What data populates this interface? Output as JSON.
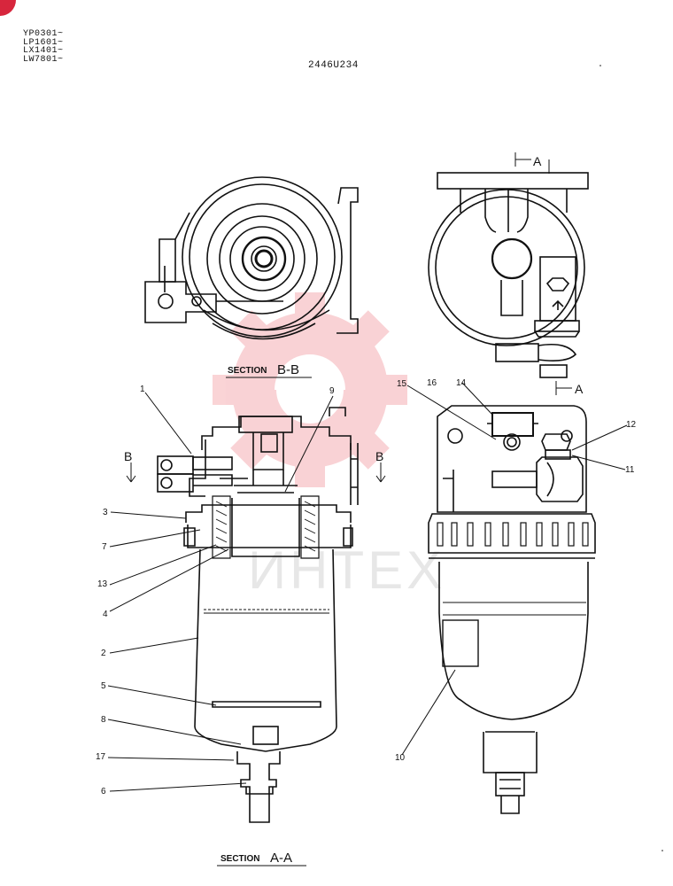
{
  "header": {
    "serials": [
      "YP0301~",
      "LP1601~",
      "LX1401~",
      "LW7801~"
    ],
    "drawing_code": "2446U234"
  },
  "sections": {
    "bb": {
      "prefix": "SECTION",
      "letter": "B-B"
    },
    "aa": {
      "prefix": "SECTION",
      "letter": "A-A"
    }
  },
  "cut_markers": {
    "a": "A",
    "b": "B"
  },
  "watermark": {
    "text": "ИНТЕХ",
    "color": "#e63946"
  },
  "callouts": {
    "n1": "1",
    "n2": "2",
    "n3": "3",
    "n4": "4",
    "n5": "5",
    "n6": "6",
    "n7": "7",
    "n8": "8",
    "n9": "9",
    "n10": "10",
    "n11": "11",
    "n12": "12",
    "n13": "13",
    "n14": "14",
    "n15": "15",
    "n16": "16",
    "n17": "17"
  },
  "colors": {
    "ink": "#111111",
    "badge": "#d7263d"
  }
}
